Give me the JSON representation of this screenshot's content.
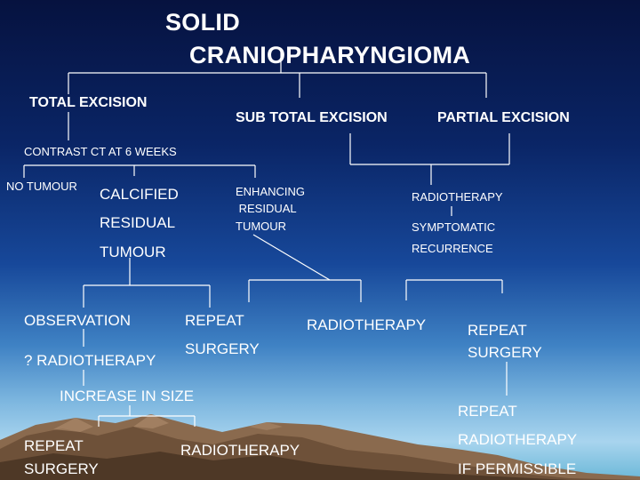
{
  "title": {
    "line1": "SOLID",
    "line2": "CRANIOPHARYNGIOMA"
  },
  "branches": {
    "total": "TOTAL EXCISION",
    "subtotal": "SUB TOTAL EXCISION",
    "partial": "PARTIAL EXCISION"
  },
  "total": {
    "ct": "CONTRAST CT AT 6 WEEKS",
    "no_tumour": "NO TUMOUR",
    "calcified": [
      "CALCIFIED",
      "RESIDUAL",
      "TUMOUR"
    ],
    "enhancing": [
      "ENHANCING",
      " RESIDUAL",
      "TUMOUR"
    ]
  },
  "calcified_children": {
    "observation": "OBSERVATION",
    "question_radiotherapy": "? RADIOTHERAPY",
    "increase": "INCREASE IN SIZE",
    "repeat_surgery_1": [
      "REPEAT",
      "SURGERY"
    ],
    "repeat_surgery_2": [
      "REPEAT",
      "SURGERY"
    ],
    "radiotherapy_bottom": "RADIOTHERAPY"
  },
  "center": {
    "radiotherapy": "RADIOTHERAPY"
  },
  "partial_path": {
    "radiotherapy": "RADIOTHERAPY",
    "symptomatic": "SYMPTOMATIC",
    "recurrence": "RECURRENCE",
    "repeat_surgery": [
      "REPEAT",
      "SURGERY"
    ],
    "repeat_radiotherapy": [
      "REPEAT",
      "RADIOTHERAPY",
      "IF PERMISSIBLE"
    ]
  }
}
